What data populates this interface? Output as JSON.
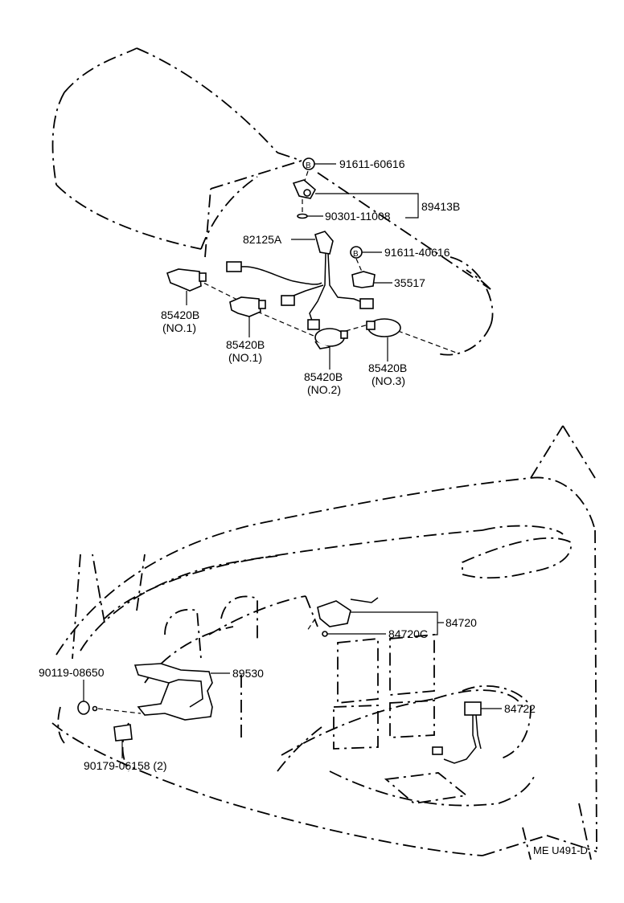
{
  "labels": {
    "p91611_60616": "91611-60616",
    "p89413B": "89413B",
    "p90301_11008": "90301-11008",
    "p82125A": "82125A",
    "p91611_40616": "91611-40616",
    "p35517": "35517",
    "p85420B_a": "85420B",
    "no1_a": "(NO.1)",
    "p85420B_b": "85420B",
    "no1_b": "(NO.1)",
    "p85420B_c": "85420B",
    "no2": "(NO.2)",
    "p85420B_d": "85420B",
    "no3": "(NO.3)",
    "p84720": "84720",
    "p84720C": "84720C",
    "p90119_08650": "90119-08650",
    "p89530": "89530",
    "p84722": "84722",
    "p90179_06158": "90179-06158 (2)",
    "ref_code": "ME  U491-D"
  },
  "bolt_letter": "B"
}
